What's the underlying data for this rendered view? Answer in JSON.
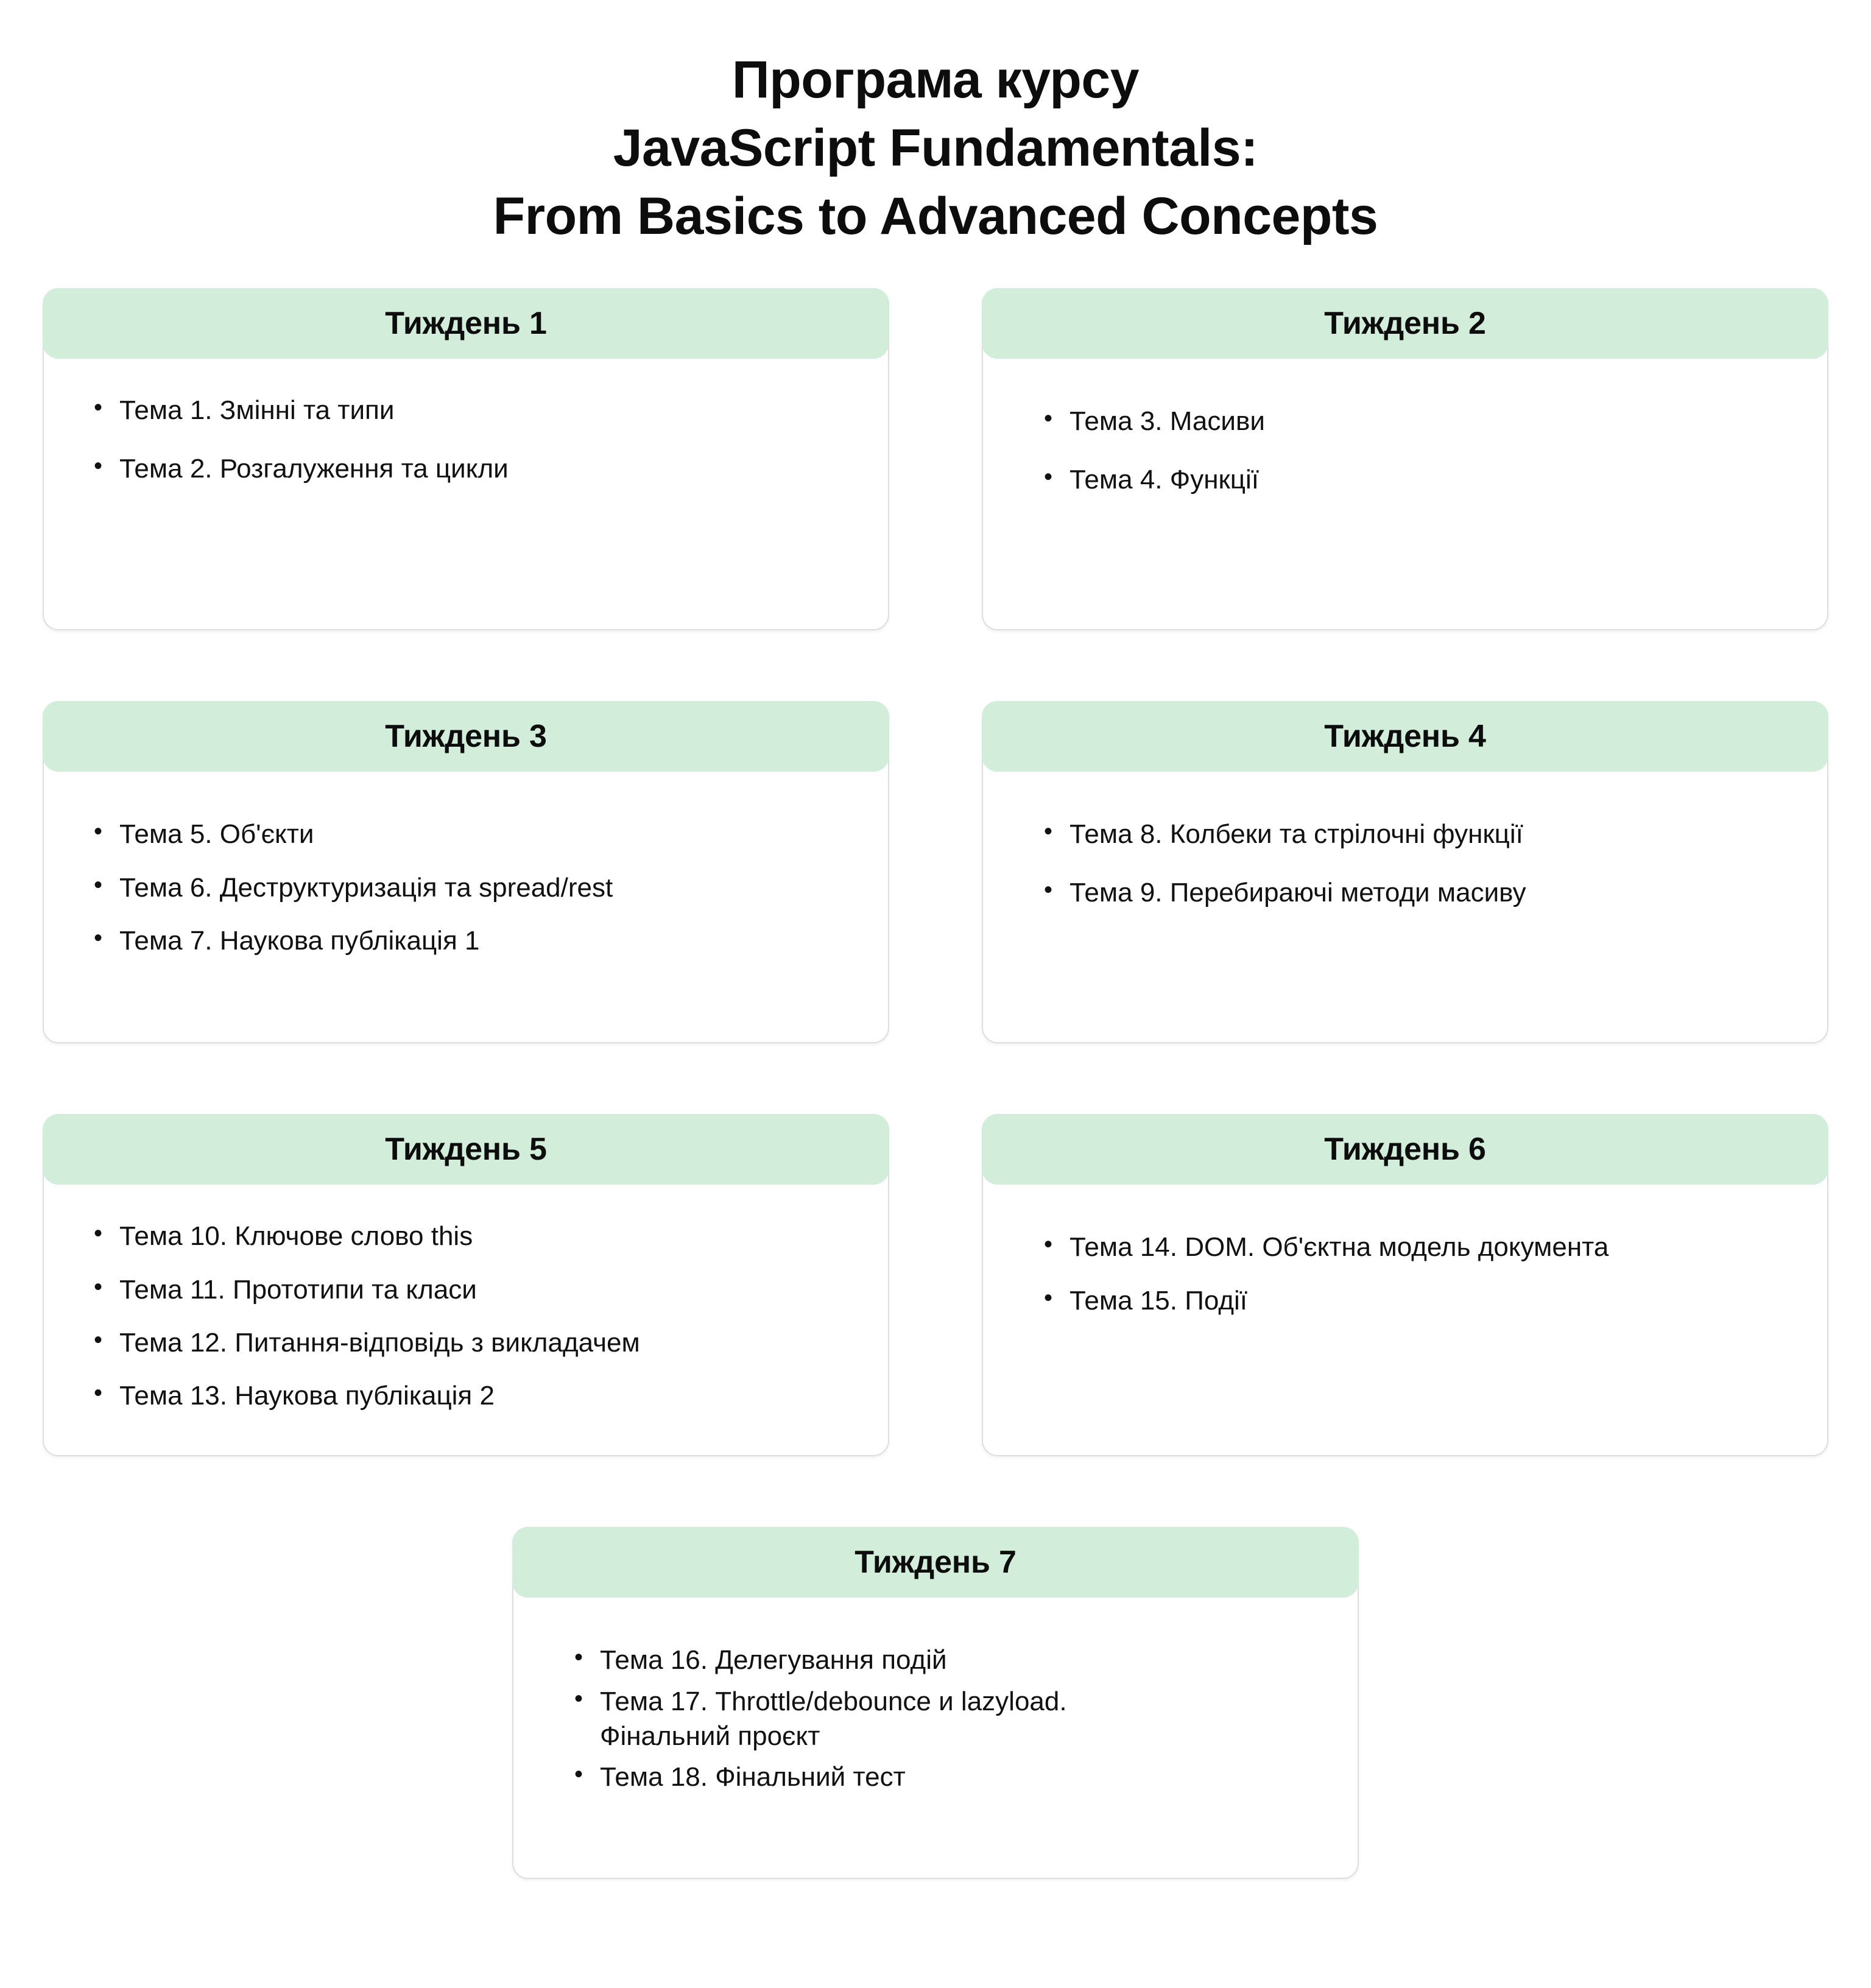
{
  "page": {
    "title_lines": [
      "Програма курсу",
      "JavaScript Fundamentals:",
      "From Basics to Advanced Concepts"
    ],
    "accent_header_color": "#D3EDDB",
    "card_border_color": "#DEDEDE",
    "background_color": "#FFFFFF",
    "text_color": "#111111"
  },
  "weeks": [
    {
      "header": "Тиждень 1",
      "topics": [
        "Тема 1. Змінні та типи",
        "Тема 2. Розгалуження та цикли"
      ]
    },
    {
      "header": "Тиждень 2",
      "topics": [
        "Тема 3. Масиви",
        "Тема 4. Функції"
      ]
    },
    {
      "header": "Тиждень 3",
      "topics": [
        "Тема 5. Об'єкти",
        "Тема 6. Деструктуризація та spread/rest",
        "Тема 7. Наукова публікація 1"
      ]
    },
    {
      "header": "Тиждень 4",
      "topics": [
        "Тема 8. Колбеки та стрілочні функції",
        "Тема 9. Перебираючі методи масиву"
      ]
    },
    {
      "header": "Тиждень 5",
      "topics": [
        "Тема 10. Ключове слово this",
        "Тема 11. Прототипи та класи",
        "Тема 12. Питання-відповідь з викладачем",
        "Тема 13. Наукова публікація 2"
      ]
    },
    {
      "header": "Тиждень 6",
      "topics": [
        "Тема 14. DOM. Об'єктна модель документа",
        "Тема 15. Події"
      ]
    },
    {
      "header": "Тиждень 7",
      "topics": [
        "Тема 16. Делегування подій",
        "Тема 17. Throttle/debounce и lazyload.\nФінальний проєкт",
        "Тема 18. Фінальний тест"
      ]
    }
  ]
}
